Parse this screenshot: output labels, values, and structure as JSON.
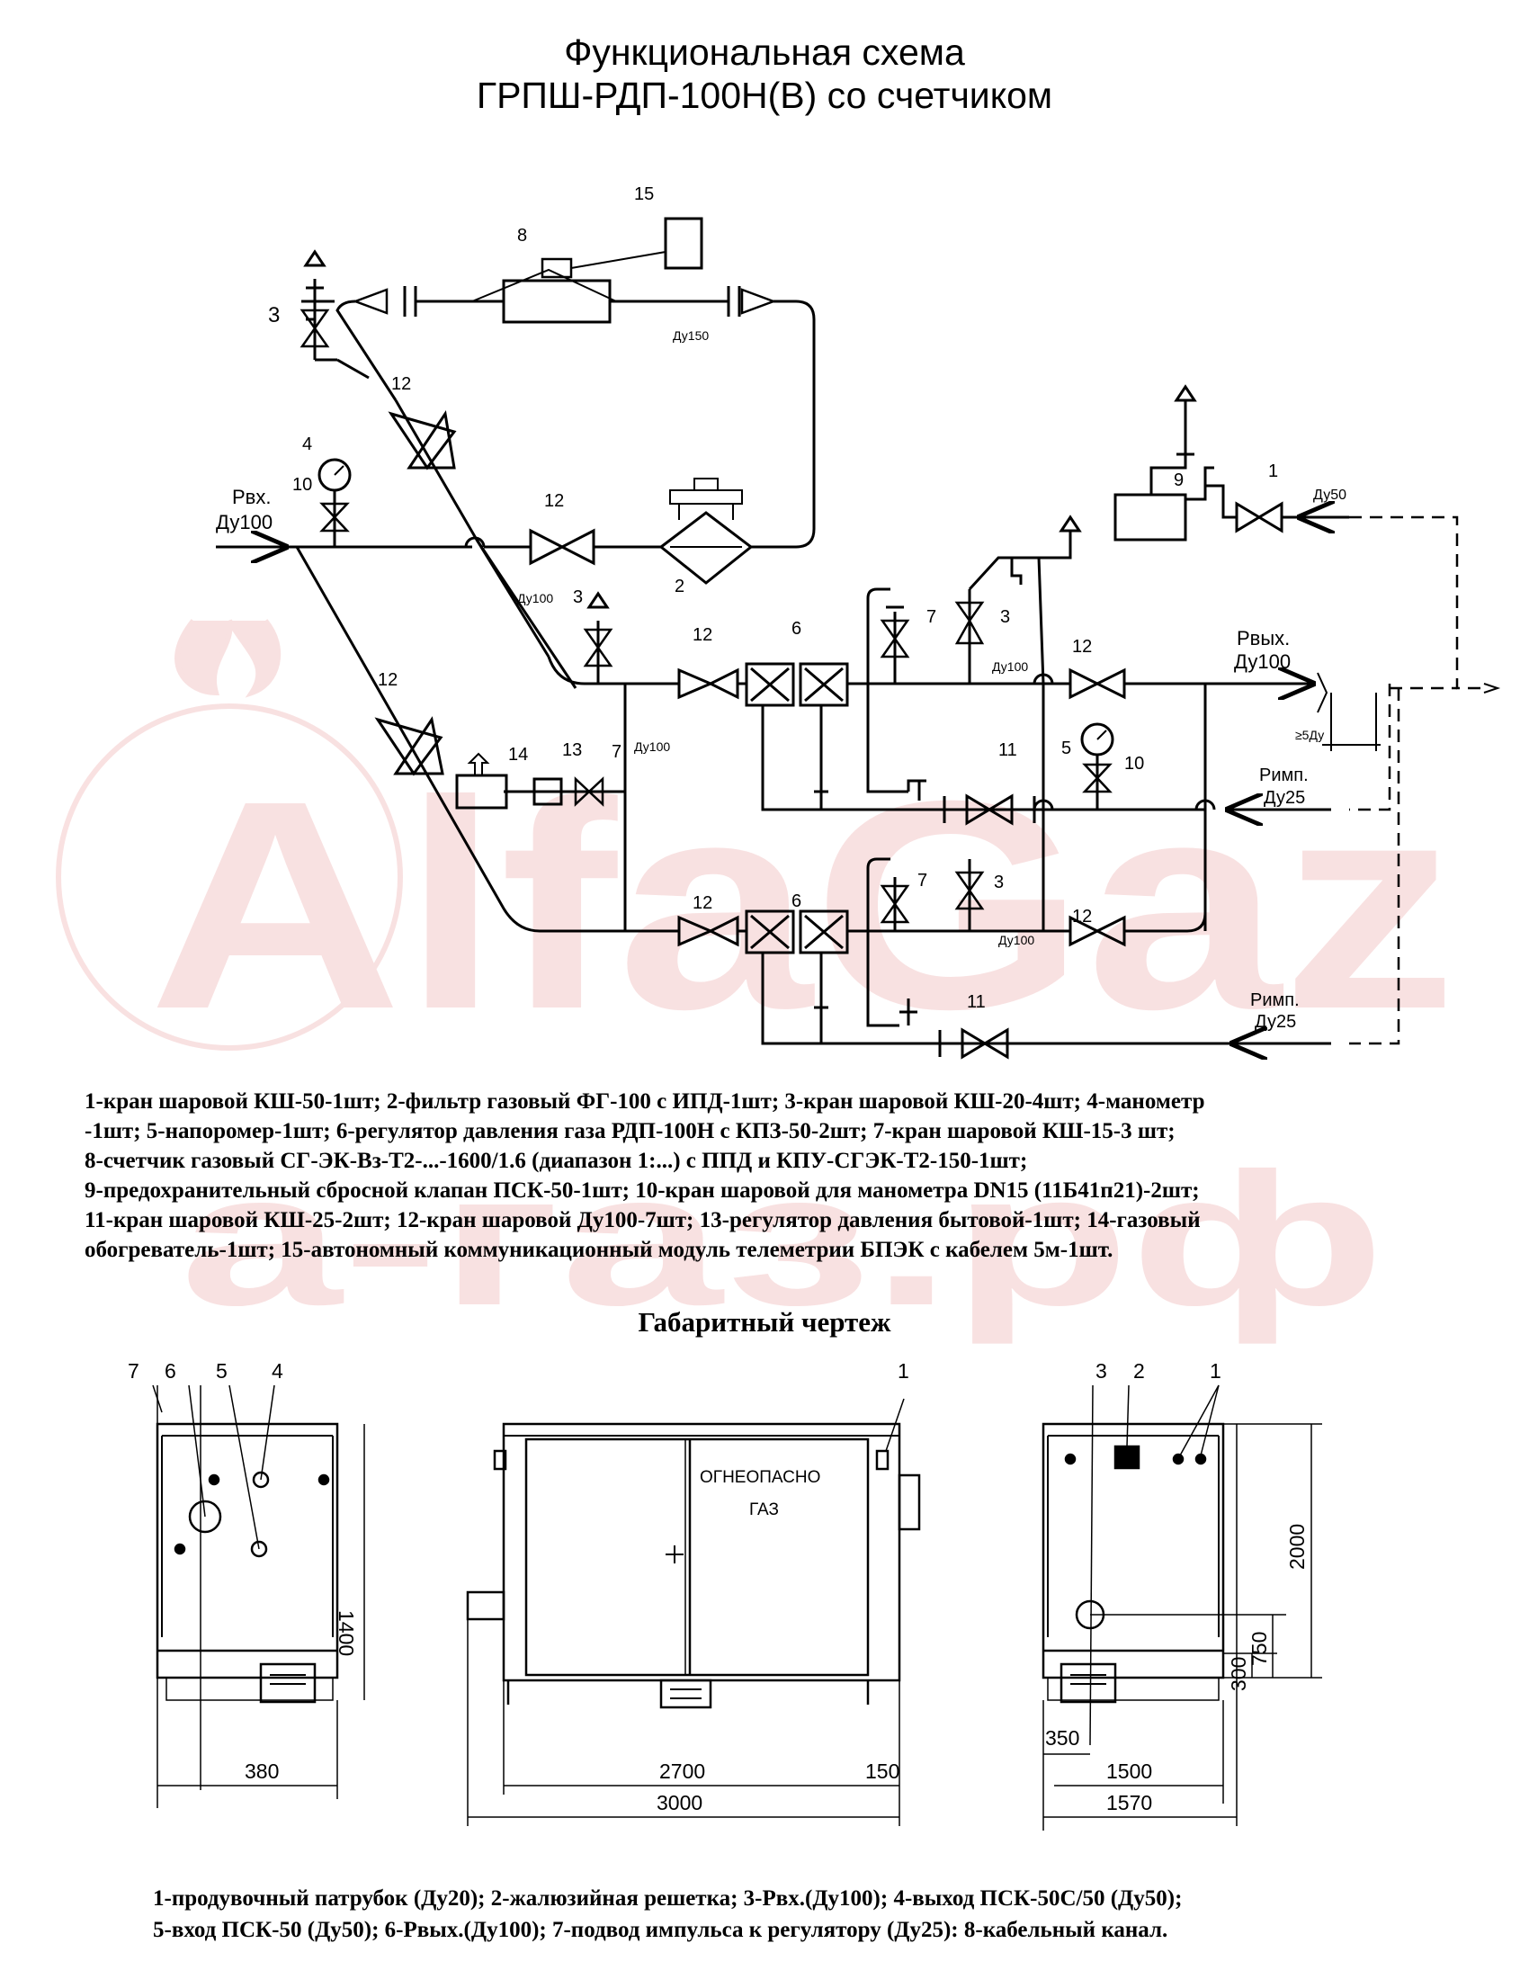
{
  "header": {
    "title_line1": "Функциональная схема",
    "title_line2": "ГРПШ-РДП-100Н(В) со счетчиком"
  },
  "watermark": {
    "brand": "AlfaGaz",
    "domain": "а-газ.рф",
    "color": "#f4c9c9"
  },
  "scheme": {
    "labels": {
      "inlet_pressure": "Рвх.",
      "inlet_dn": "Ду100",
      "outlet_pressure": "Рвых.",
      "outlet_dn": "Ду100",
      "impulse_1": "Римп.",
      "impulse_1_dn": "Ду25",
      "impulse_2": "Римп.",
      "impulse_2_dn": "Ду25",
      "dn150": "Ду150",
      "dn100_a": "Ду100",
      "dn100_b": "Ду100",
      "dn100_c": "Ду100",
      "dn100_d": "Ду100",
      "dn50": "Ду50",
      "spacing": "≥5Ду"
    },
    "callouts": [
      "1",
      "2",
      "3",
      "3",
      "3",
      "3",
      "4",
      "5",
      "6",
      "6",
      "7",
      "7",
      "7",
      "8",
      "9",
      "10",
      "10",
      "11",
      "11",
      "12",
      "12",
      "12",
      "12",
      "12",
      "12",
      "12",
      "13",
      "14",
      "15"
    ]
  },
  "legend": {
    "lines": [
      "1-кран шаровой КШ-50-1шт; 2-фильтр газовый ФГ-100 с ИПД-1шт; 3-кран шаровой КШ-20-4шт; 4-манометр",
      "-1шт; 5-напоромер-1шт; 6-регулятор давления газа РДП-100Н с КПЗ-50-2шт; 7-кран шаровой КШ-15-3 шт;",
      "8-счетчик газовый СГ-ЭК-Вз-Т2-...-1600/1.6 (диапазон 1:...) с ППД и КПУ-СГЭК-Т2-150-1шт;",
      "9-предохранительный сбросной клапан ПСК-50-1шт; 10-кран шаровой для манометра DN15 (11Б41п21)-2шт;",
      "11-кран шаровой КШ-25-2шт; 12-кран шаровой Ду100-7шт; 13-регулятор давления бытовой-1шт; 14-газовый",
      "обогреватель-1шт; 15-автономный коммуникационный модуль телеметрии БПЭК  с кабелем 5м-1шт."
    ]
  },
  "dimensions_section": {
    "title": "Габаритный чертеж",
    "left_view": {
      "callouts": [
        "7",
        "6",
        "5",
        "4"
      ],
      "dim_height": "1400",
      "dim_width": "380"
    },
    "front_view": {
      "callout": "1",
      "door_text_1": "ОГНЕОПАСНО",
      "door_text_2": "ГАЗ",
      "dim_inner": "2700",
      "dim_side": "150",
      "dim_total": "3000"
    },
    "right_view": {
      "callouts": [
        "3",
        "2",
        "1"
      ],
      "dim_height": "2000",
      "dim_inlet": "750",
      "dim_base": "300",
      "dim_offset": "350",
      "dim_inner": "1500",
      "dim_total": "1570"
    }
  },
  "footer": {
    "line1": "1-продувочный патрубок (Ду20); 2-жалюзийная решетка; 3-Рвх.(Ду100); 4-выход ПСК-50С/50 (Ду50);",
    "line2": "5-вход ПСК-50 (Ду50); 6-Рвых.(Ду100); 7-подвод импульса к регулятору (Ду25): 8-кабельный канал."
  }
}
